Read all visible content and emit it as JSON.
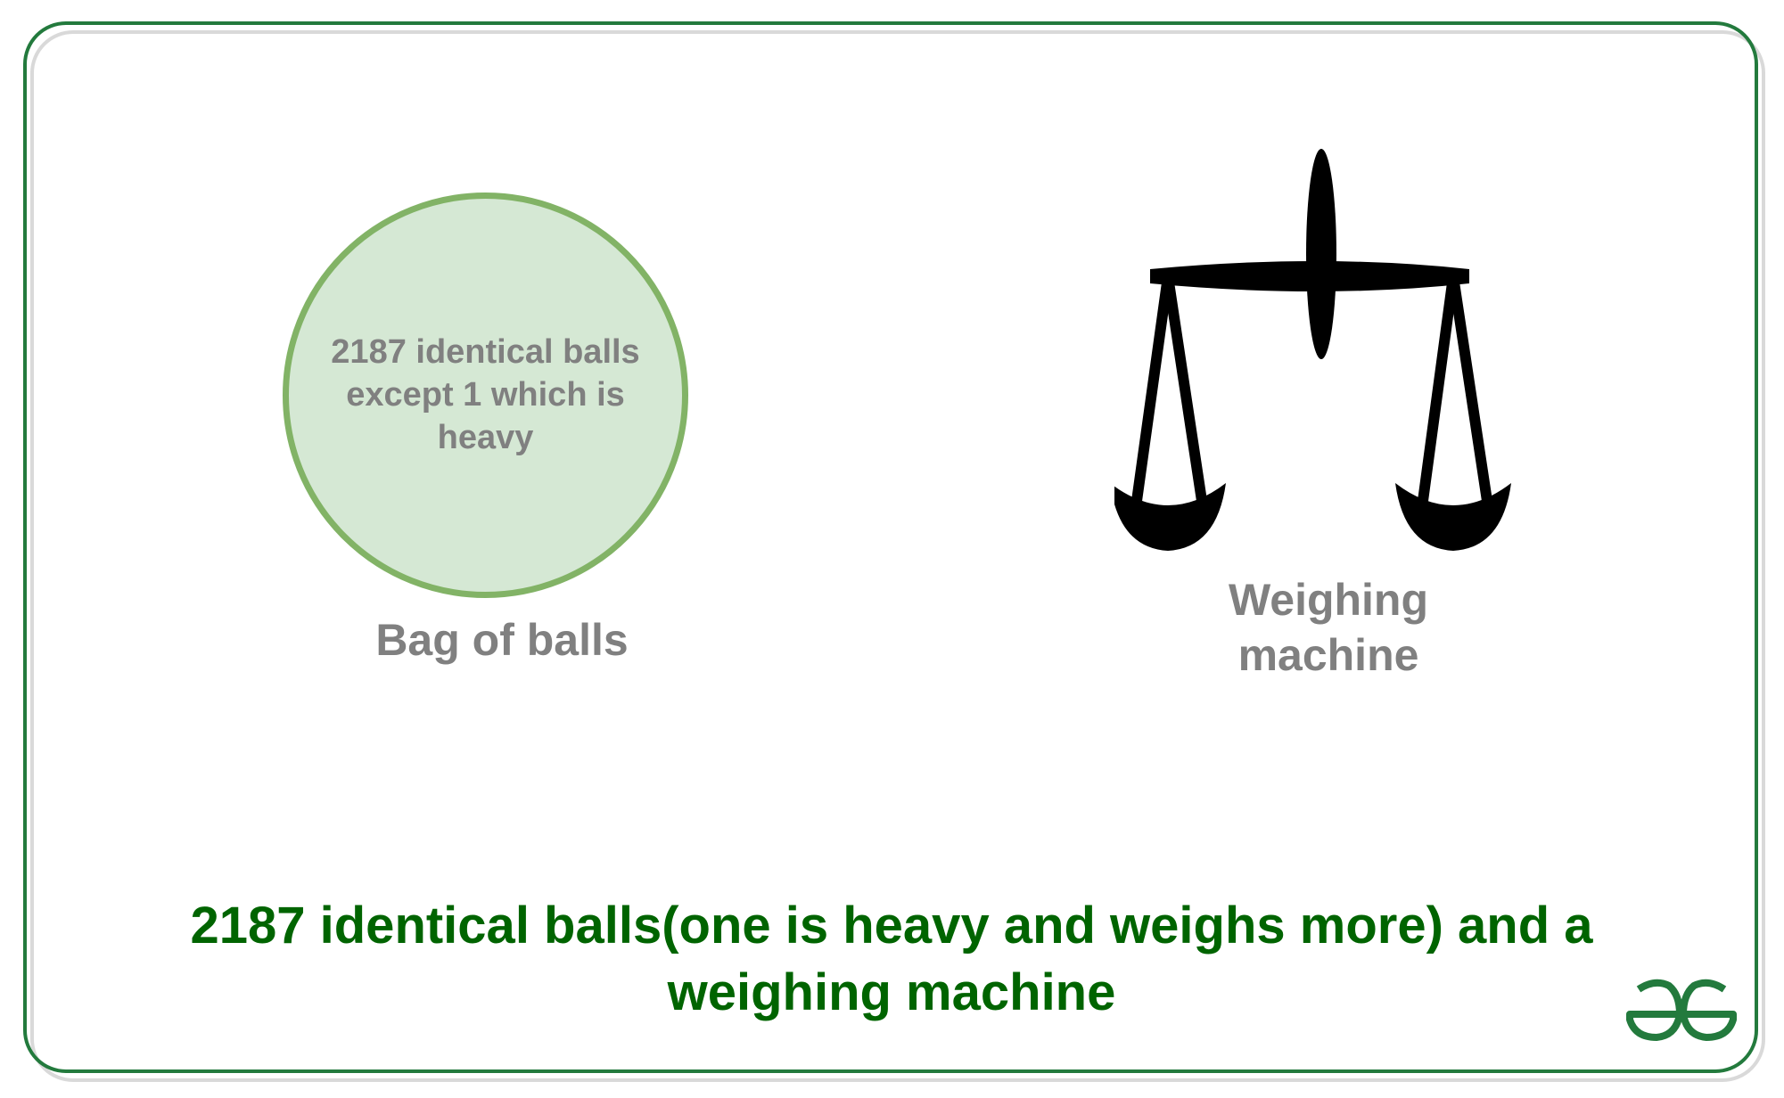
{
  "diagram": {
    "bag": {
      "text": "2187 identical balls except 1 which is heavy",
      "caption": "Bag of balls",
      "fill_color": "#d5e8d4",
      "stroke_color": "#82b366"
    },
    "scale": {
      "icon": "balance-scale-icon",
      "caption": "Weighing machine"
    },
    "caption": "2187 identical balls(one is heavy and weighs more) and a weighing machine",
    "logo": "geeksforgeeks-logo",
    "colors": {
      "frame": "#237a3d",
      "caption": "#006400",
      "label": "#808080"
    }
  }
}
